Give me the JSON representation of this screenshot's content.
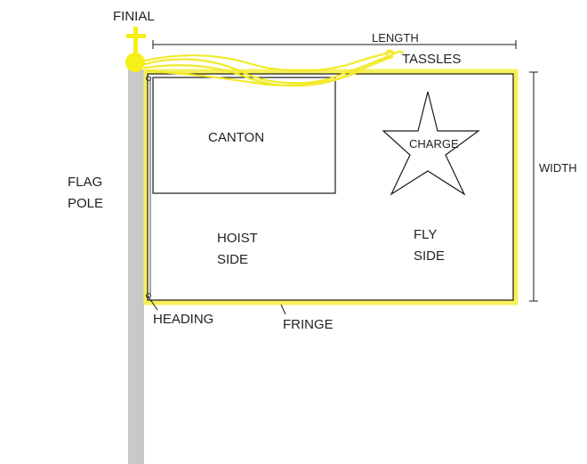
{
  "labels": {
    "finial": "FINIAL",
    "length": "LENGTH",
    "tassels": "TASSLES",
    "width": "WIDTH",
    "flag_pole_line1": "FLAG",
    "flag_pole_line2": "POLE",
    "canton": "CANTON",
    "charge": "CHARGE",
    "hoist_line1": "HOIST",
    "hoist_line2": "SIDE",
    "fly_line1": "FLY",
    "fly_line2": "SIDE",
    "heading": "HEADING",
    "fringe": "FRINGE"
  },
  "colors": {
    "pole": "#c8c8c8",
    "finial": "#f5ef1a",
    "fringe": "#f6f058",
    "outline": "#1a1a1a",
    "background": "#ffffff"
  }
}
